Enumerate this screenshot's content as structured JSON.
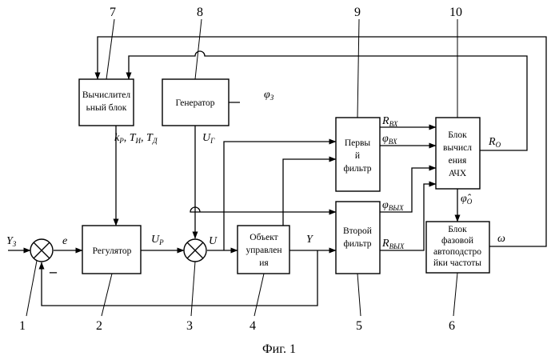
{
  "caption": "Фиг. 1",
  "blocks": {
    "computing": [
      "Вычислител",
      "ьный блок"
    ],
    "generator": [
      "Генератор"
    ],
    "regulator": [
      "Регулятор"
    ],
    "plant": [
      "Объект",
      "управлен",
      "ия"
    ],
    "filter1": [
      "Первы",
      "й",
      "фильтр"
    ],
    "filter2": [
      "Второй",
      "фильтр"
    ],
    "afc": [
      "Блок",
      "вычисл",
      "ения",
      "АЧХ"
    ],
    "pll": [
      "Блок",
      "фазовой",
      "автоподстро",
      "йки частоты"
    ]
  },
  "signals": {
    "yz": "Y",
    "yz_sub": "З",
    "e": "e",
    "up": "U",
    "up_sub": "P",
    "u": "U",
    "ug": "U",
    "ug_sub": "Г",
    "y": "Y",
    "phi_z": "φ",
    "phi_z_sub": "З",
    "params": "k",
    "params_sub1": "P",
    "params_sep1": ", T",
    "params_sub2": "И",
    "params_sep2": ", T",
    "params_sub3": "Д",
    "r_in": "R",
    "r_in_sub": "ВХ",
    "phi_in": "φ",
    "phi_in_sub": "ВХ",
    "phi_out": "φ",
    "phi_out_sub": "ВЫХ",
    "r_out": "R",
    "r_out_sub": "ВЫХ",
    "r_o": "R",
    "r_o_sub": "O",
    "phi_o": "φ̂",
    "phi_o_sub": "O",
    "omega": "ω",
    "minus": "–"
  },
  "numbers": {
    "n1": "1",
    "n2": "2",
    "n3": "3",
    "n4": "4",
    "n5": "5",
    "n6": "6",
    "n7": "7",
    "n8": "8",
    "n9": "9",
    "n10": "10"
  }
}
